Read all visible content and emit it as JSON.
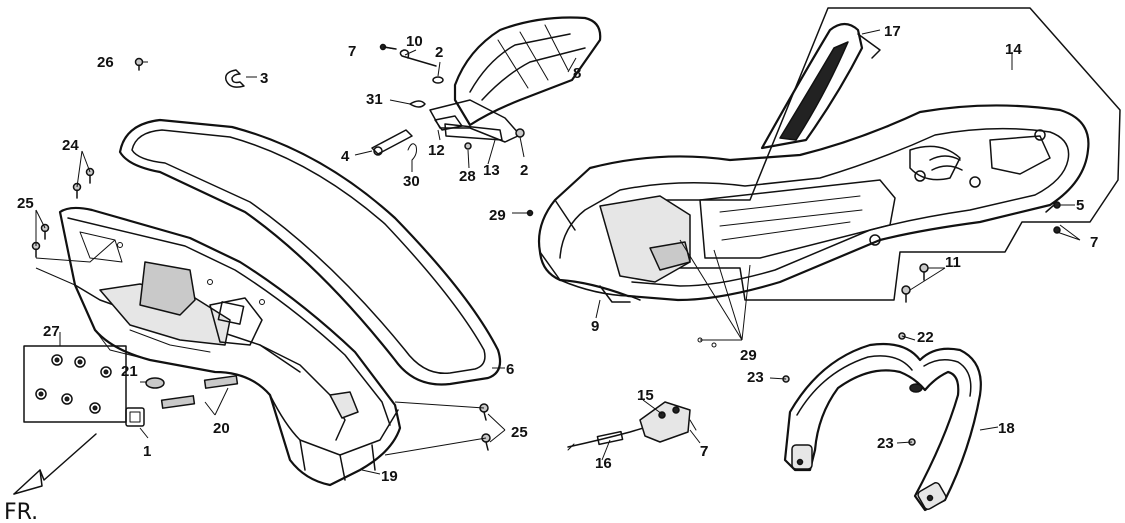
{
  "orientation_label": "FR.",
  "callouts": [
    "1",
    "2",
    "2",
    "3",
    "4",
    "5",
    "6",
    "7",
    "7",
    "7",
    "7",
    "8",
    "9",
    "10",
    "11",
    "12",
    "13",
    "14",
    "15",
    "16",
    "17",
    "18",
    "19",
    "20",
    "21",
    "22",
    "23",
    "23",
    "24",
    "25",
    "25",
    "26",
    "27",
    "28",
    "29",
    "29",
    "30",
    "31"
  ]
}
